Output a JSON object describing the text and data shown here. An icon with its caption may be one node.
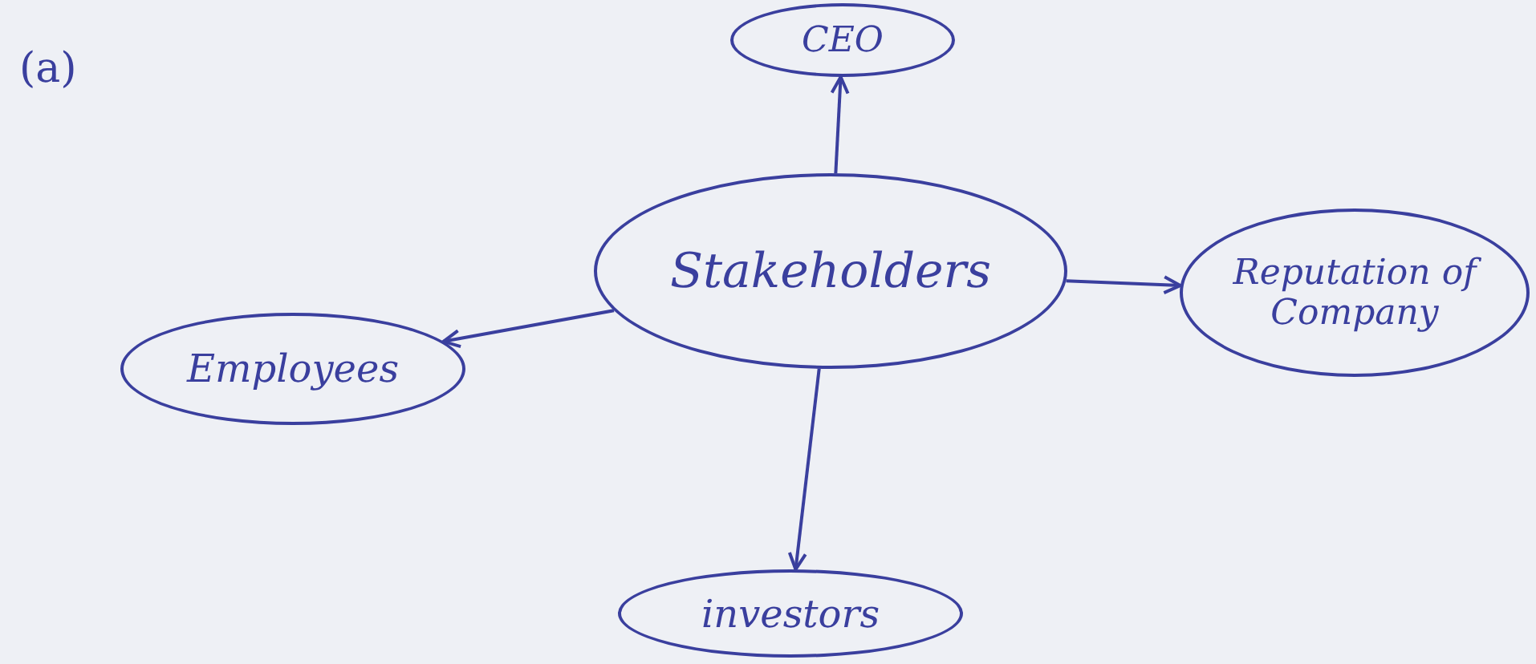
{
  "diagram": {
    "nodes": [
      {
        "text": [
          "Stakeholders"
        ]
      },
      {
        "text": [
          "CEO"
        ]
      },
      {
        "text": [
          "Employees"
        ]
      },
      {
        "text": [
          "Reputation of Company"
        ]
      },
      {
        "text": [
          "investors"
        ]
      }
    ],
    "edges": [
      {
        "from": 0,
        "to": 1,
        "arrow": "to"
      },
      {
        "from": 0,
        "to": 2,
        "arrow": "to"
      },
      {
        "from": 0,
        "to": 3,
        "arrow": "to"
      },
      {
        "from": 0,
        "to": 4,
        "arrow": "to"
      }
    ],
    "labels": [
      "(a)"
    ]
  }
}
